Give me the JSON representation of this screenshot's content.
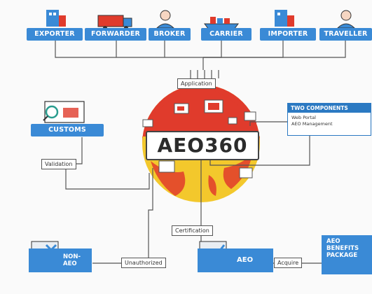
{
  "actors": [
    {
      "label": "EXPORTER"
    },
    {
      "label": "FORWARDER"
    },
    {
      "label": "BROKER"
    },
    {
      "label": "CARRIER"
    },
    {
      "label": "IMPORTER"
    },
    {
      "label": "TRAVELLER"
    }
  ],
  "hub": {
    "label": "AEO360"
  },
  "flow_labels": {
    "application": "Application",
    "validation": "Validation",
    "certification": "Certification",
    "unauthorized": "Unauthorized",
    "acquire": "Acquire"
  },
  "customs": {
    "label": "CUSTOMS"
  },
  "components": {
    "title": "TWO COMPONENTS",
    "items": [
      "Web Portal",
      "AEO Management"
    ]
  },
  "outcomes": {
    "non_aeo": "NON-\nAEO",
    "aeo": "AEO",
    "benefits": "AEO\nBENEFITS\nPACKAGE"
  },
  "colors": {
    "accent_blue": "#3a8ad6",
    "globe_red": "#e03b2c",
    "globe_yellow": "#f3c82c"
  }
}
